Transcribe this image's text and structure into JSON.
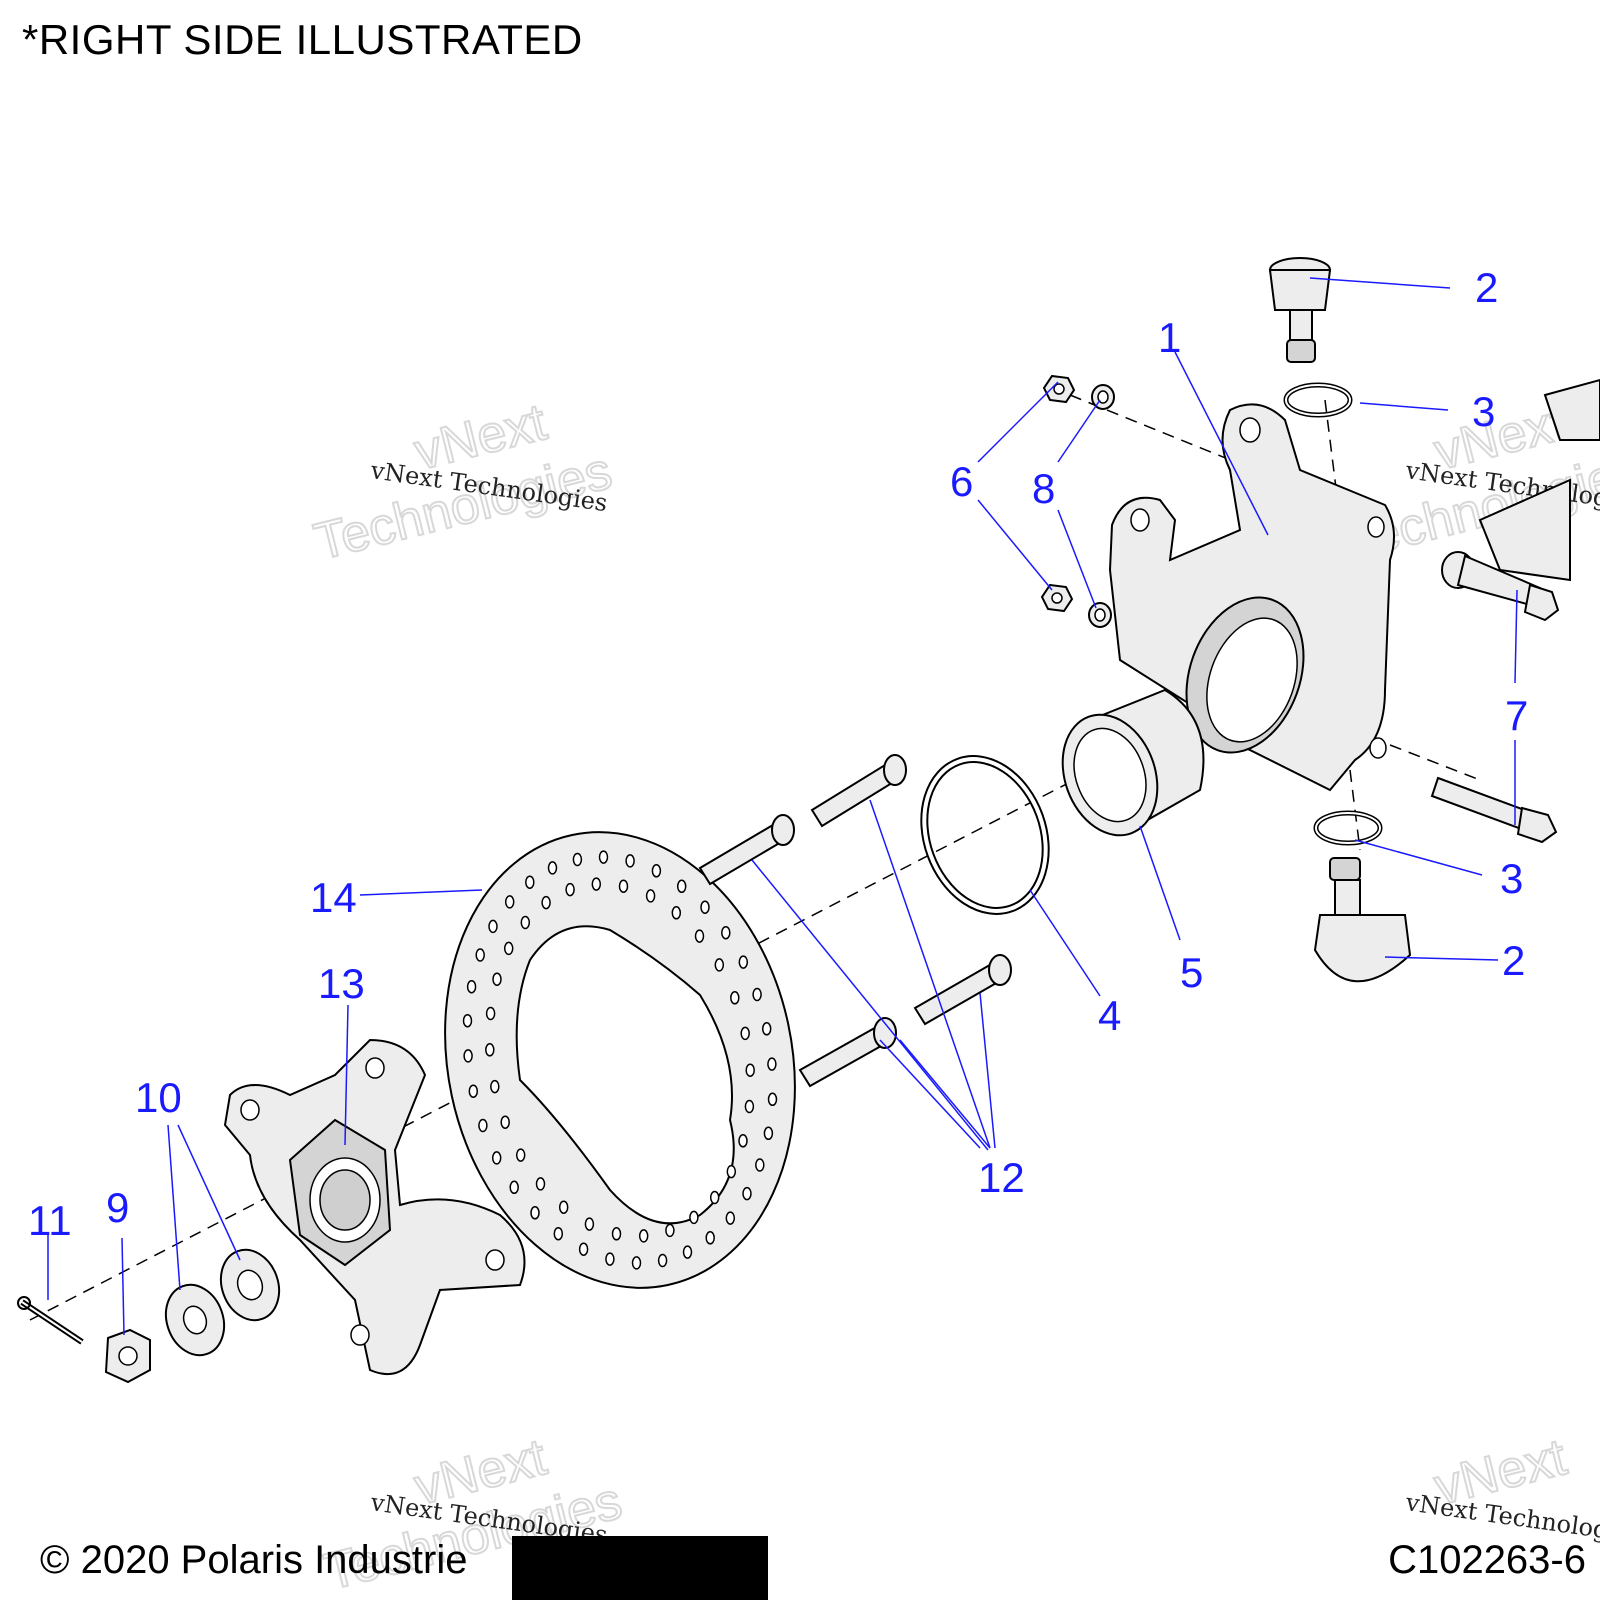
{
  "header": {
    "note": "*RIGHT SIDE ILLUSTRATED"
  },
  "footer": {
    "copyright": "© 2020 Polaris Industrie",
    "code": "C102263-6"
  },
  "watermark": {
    "text_serif": "vNext Technologies",
    "text_big_1": "vNext",
    "text_big_2": "Technologies"
  },
  "callouts": {
    "c1": "1",
    "c2a": "2",
    "c2b": "2",
    "c3a": "3",
    "c3b": "3",
    "c4": "4",
    "c5": "5",
    "c6": "6",
    "c7": "7",
    "c8": "8",
    "c9": "9",
    "c10": "10",
    "c11": "11",
    "c12": "12",
    "c13": "13",
    "c14": "14"
  },
  "colors": {
    "callout": "#1a1aff",
    "part_fill": "#ededed"
  }
}
